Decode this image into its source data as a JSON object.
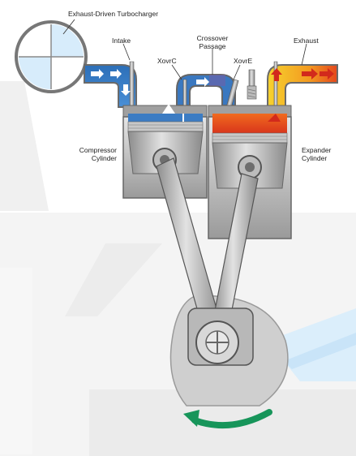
{
  "labels": {
    "turbocharger": "Exhaust-Driven Turbocharger",
    "intake": "Intake",
    "crossover_line1": "Crossover",
    "crossover_line2": "Passage",
    "xovrc": "XovrC",
    "xovre": "XovrE",
    "exhaust": "Exhaust",
    "compressor_line1": "Compressor",
    "compressor_line2": "Cylinder",
    "expander_line1": "Expander",
    "expander_line2": "Cylinder"
  },
  "colors": {
    "intake_air": "#3f7fc4",
    "hot_exhaust": "#e84a1e",
    "exhaust_yellow": "#f7c22b",
    "rotation_arrow": "#17955a",
    "metal_light": "#c9c9c9",
    "metal_dark": "#6a6a6a",
    "background_shape": "#eeeeee",
    "turbo_blue": "#d7ecfb"
  },
  "icons": {
    "rotation": "curved-arrow-counterclockwise-icon",
    "flow": "flow-arrow-icon"
  }
}
